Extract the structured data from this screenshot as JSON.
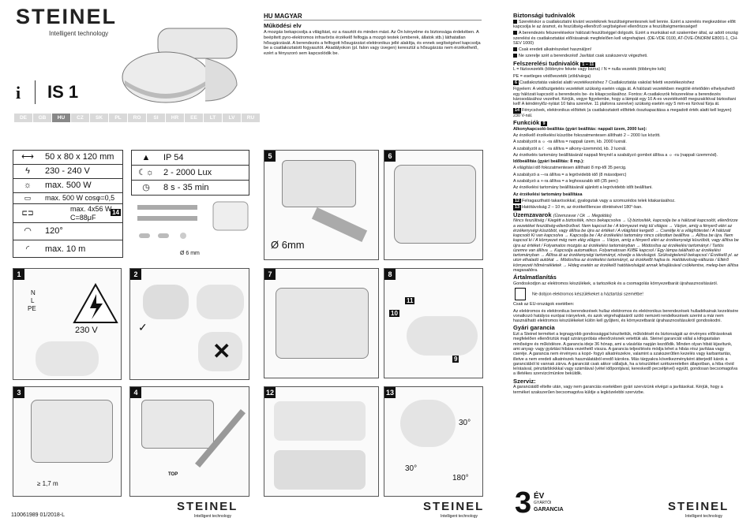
{
  "brand": "STEINEL",
  "tagline": "Intelligent technology",
  "model": "IS 1",
  "info_icon": "i",
  "languages": [
    "DE",
    "GB",
    "HU",
    "CZ",
    "SK",
    "PL",
    "RO",
    "SI",
    "HR",
    "EE",
    "LT",
    "LV",
    "RU"
  ],
  "specs": {
    "dims": "50 x 80 x 120 mm",
    "volt": "230 - 240 V",
    "power": "max. 500 W",
    "cos": "max. 500 W cosφ=0,5",
    "fluor_a": "max. 4x56 W,",
    "fluor_b": "C=88μF",
    "ref14": "14",
    "angle": "120°",
    "range": "max. 10 m",
    "ip": "IP 54",
    "lux": "2 - 2000 Lux",
    "time": "8 s - 35 min"
  },
  "accessory": {
    "drill": "Ø 6 mm"
  },
  "steps": {
    "s1": "1",
    "s2": "2",
    "s3": "3",
    "s4": "4",
    "s5": "5",
    "s6": "6",
    "s7": "7",
    "s8": "8",
    "s12": "12",
    "s13": "13"
  },
  "labels": {
    "v230": "230 V",
    "drill6": "Ø 6mm",
    "height": "≥ 1,7 m",
    "n": "N",
    "l": "L",
    "pe": "PE",
    "deg30a": "30°",
    "deg30b": "30°",
    "deg180": "180°",
    "ref9": "9",
    "ref10": "10",
    "ref11": "11",
    "top": "TOP"
  },
  "footer": {
    "code": "110061989 01/2018-L"
  },
  "warranty": {
    "num": "3",
    "years": "ÉV",
    "sub": "GYÁRTÓI",
    "word": "GARANCIA"
  },
  "col_mid": {
    "heading": "HU  MAGYAR",
    "h1": "Működési elv",
    "p1": "A mozgás bekapcsolja a világítást, ez a riasztót és minden mást. Az Ön kényelme és biztonsága érdekében. A beépített pyro-elektromos infravörös érzékelő felfogja a mozgó testek (emberek, állatok stb.) láthatatlan hősugárzását. A berendezés a felfogott hősugárzást elektronikus jellé alakítja, és ennek segítségével kapcsolja be a csatlakoztatott fogyasztót. Akadályokon (pl. falon vagy üvegen) keresztül a hősugárzás nem érzékelhető, ezért a fényszoró sem kapcsolódik be."
  },
  "col_right": {
    "h_safety": "Biztonsági tudnivalók",
    "s1": "Szereléskor a csatlakoztatni kívánt vezetéknek feszültségmentesnek kell lennie. Ezért a szerelés megkezdése előtt kapcsolja le az áramot, és feszültség-ellenőrző segítségével ellenőrizze a feszültségmentességet!",
    "s2": "A berendezés felszerelésekor hálózati feszültséggel dolgozik. Ezért a munkákat ezt szakember által, az adott ország szerelési és csatlakoztatási előírásainak megfelelően kell végrehajtani. (DE-VDE 0100, AT-ÖVE-ÖNORM E8001-1, CH-SEV 1000)",
    "s3": "Csak eredeti alkatrészeket használjon!",
    "s4": "Ne szerelje szét a berendezést! Javítást csak szakszerviz végezheti.",
    "h_inst": "Felszerelési tudnivalók",
    "inst_refs": "1 – 11",
    "i1": "L = fázisvezeték (többnyire fekete vagy barna) / N = nulla vezeték (többnyire kék)",
    "i2": "PE = esetleges védővezeték (zöld/sárga)",
    "i3": "Csatlakoztatás vakolat alatti vezetékezéshez  7  Csatlakoztatás vakolat feletti vezetékezéshez",
    "i4": "Figyelem: A védőszigetelés vezetékét szükség esetén vágja át. A hálózati vezetékben megtölé értetődén elhelyezhető egy hálózati kapcsoló a berendezés be- és kikapcsolásához. Fontos: A csatlakozók felszerelése a berendezés károsodásához vezethet. Kérjük, vegye figyelembe, hogy a lámpát egy 10 A-es vezetékvédő megszakítóval biztosítani kell! A kéndénylőz-nylást 10 falra szerelve. 11 plafonra szerelve) szükség esetén egy 5 mm-es fúróval fúrja át.",
    "i5": "Fénycsövek, elektronikus előtétek (a csatlakoztatott előtétek összkapacitása a megadott érték alatti kell legyen) 230 V-nál.",
    "h_func": "Funkciók",
    "func_ref": "9",
    "f1": "Alkonykapcsoló-beállítás (gyári beállítás: nappali üzem, 2000 lux):",
    "f2": "Az érzékelő érzékelési küszöbe fokozatmentesen állítható 2 – 2000 lux között.",
    "f3": "A szabályzót a ☼ -ra állítva = nappali üzem, kb. 2000 luxnál.",
    "f4": "A szabályzót a ☾ -ra állítva = alkony-üzemmód, kb. 2 luxnál.",
    "f5": "Az érzékelés tartomány beállításánál nappali fénynél a szabályzó gombot állítsa a ☼ -ra (nappali üzemmód).",
    "f6": "Időbeállítás (gyári beállítás: 8 mp.):",
    "f7": "A világítási idő fokozatmentesen állítható 8 mp-től 35 percig.",
    "f8": "A szabályzó a –-ra állítva = a legrövidebb idő (8 másodperc)",
    "f9": "A szabályzó a +-ra állítva = a leghosszabb idő (35 perc)",
    "f10": "Az érzékelési tartomány beállításánál ajánlott a legrövidebb időt beállítani.",
    "f11": "Az érzékelési tartomány beállítása",
    "f12": "Felragasztható takarósokkal, gyalogutak vagy a szomszédos telek kitakarásához.",
    "f13": "Hatótávolság 2 – 10 m, az érzékelőlencse döntésével 180°-ban.",
    "h_ops": "Üzemzavarok",
    "ops_sub": "(Üzemzavar / Ok → Megoldás)",
    "o1": "Nincs feszültség / Kiegétt a biztosíték, nincs bekapcsolva → Új biztosíték, kapcsolja be a hálózati kapcsolót, ellenőrizze a vezetéket feszültség-ellenőrzővel. Nem kapcsol be / A környezet még túl világos → Várjon, amíg a fényerő eléri az érzékenységi küszöböt, vagy állítsa be újra az értéket / A világítást kergető → Cserélje ki a világítótestet / A hálózati kapcsoló Ki van kapcsolva → Kapcsolja be / Az érzékelési tartomány nincs célzottan beállítva → Állítsa be újra. Nem kapcsol ki / A környezet még nem elég világos → Várjon, amíg a fényerő eléri az érzékenységi küszöböt, vagy állítsa be újra az értéket / Folyamatos mozgás az érzékelési tartományban → Módosítsa az érzékelési tartományt / Tartós üzemre van állítva → Kapcsolja automatikus. Folyamatosan KI/BE kapcsol / Egy lámpa található az érzékelési tartományban → Állítsa át az érzékenységi tartományt, növelje a távolságot. Szükségtelenül bekapcsol / Érzékelő pl. az uton elhaladó autókat → Módosítsa az érzékelési tartományt, az érzékelőt hajtsa le. Hatótávolság-változás / Eltérő környezeti hőmérsékletek → Hideg esetén az érzékelő hatótávolságát annak lehajlásával csökkentse, meleg-ben állítsa magasabbra.",
    "h_waste": "Ártalmatlanítás",
    "w1": "Gondoskodjon az elektromos készülékek, a tartozékok és a csomagolás környezetbarát újrahasznosításáról.",
    "w2": "Ne dobjon elektromos készülékeket a háztartási szemétbe!",
    "w3": "Csak az EU-országok esetében:",
    "w4": "Az elektromos és elektronikus berendezések hullaz elektromos és elektronikus berendezések hulladékainak kezelésére vonatkozó hatályos európai irányelvek, és azok végrehajtásáról szóló nemzeti rendelkezések szerint a már nem használható elektromos készülékeket külön kell gyűjteni, és környezetbarát újrahasznosításukról gondoskodni.",
    "h_war": "Gyári garancia",
    "g1": "Ezt a Steinel terméket a legnagyobb gondossággal készítettük, működését és biztonságát az érvényes előírásoknak megfelelően ellenőriztük majd sziránypróbás ellenőrzésnek vetettük alá. Steinel garanciát vállal a kifogastalan minőségre és működésre. A garancia ideje 36 hónap, ami a vásárlás napján kezdődik. Minden olyan hibát kijavítunk, ami anyag- vagy gyártási hibára vezethető vissza. A garancia teljesítésés módja lehet a hibás rész javítása vagy cseréje. A garancia nem érvényes a kopó- fogyó alkatrészekre, valamint a szakszerűtlen kezelés vagy karbantartás, illetve a nem eredeti alkatrészek használatából eredő károkra. Más tárgyakra következményként átterjedő károk a garanciából ki vannak zárva. A garanciát csak akkor vállaljuk, ha a készüléket szétszereletlen állapotban, a hiba rövid leírásával, pénztárblokkkal vagy számlával (vétel időpontjával, kereskedő pecsétjével) együtt, gondosan becsomagolva a illetékes szervizcímünkre beküldik.",
    "h_srv": "Szerviz:",
    "sv": "A garanciáidő eltelte után, vagy nem garanciás esetekben gyári szervizünk elvégzi a javításokat. Kérjük, hogy a terméket szakszerűen becsomagolva küldje a legközelebbi szervizbe."
  },
  "colors": {
    "dark": "#111111",
    "lang_bg": "#d9d9d9",
    "panel": "#555555"
  }
}
